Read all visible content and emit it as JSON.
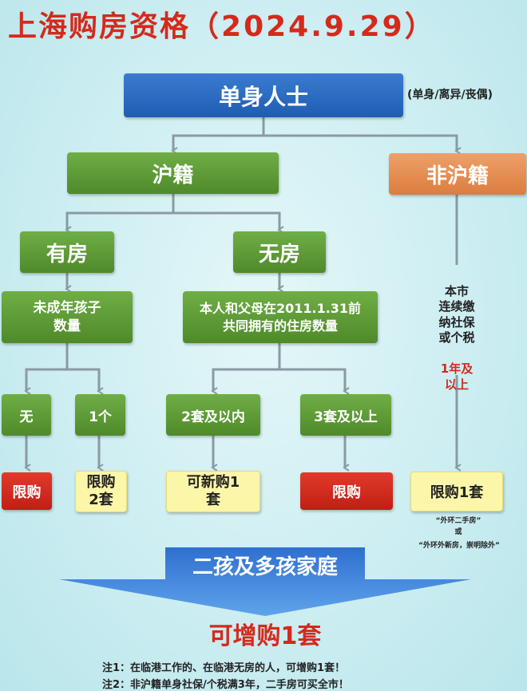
{
  "title": {
    "text": "上海购房资格",
    "date": "（2024.9.29）"
  },
  "root": {
    "label": "单身人士",
    "note": "(单身/离异/丧偶)"
  },
  "branches": {
    "hu": {
      "label": "沪籍"
    },
    "nonhu": {
      "label": "非沪籍"
    }
  },
  "hu": {
    "has_house": {
      "label": "有房"
    },
    "no_house": {
      "label": "无房"
    },
    "minor_children": {
      "label": "未成年孩子\n数量"
    },
    "joint_houses": {
      "label": "本人和父母在2011.1.31前\n共同拥有的住房数量"
    },
    "opt_none": {
      "label": "无"
    },
    "opt_one": {
      "label": "1个"
    },
    "opt_two_within": {
      "label": "2套及以内"
    },
    "opt_three_above": {
      "label": "3套及以上"
    },
    "res_limit_1": {
      "label": "限购"
    },
    "res_limit_2sets": {
      "label": "限购\n2套"
    },
    "res_new_1": {
      "label": "可新购1\n套"
    },
    "res_limit_3": {
      "label": "限购"
    }
  },
  "nonhu": {
    "condition_black": "本市\n连续缴\n纳社保\n或个税",
    "condition_red": "1年及\n以上",
    "result": {
      "label": "限购1套"
    },
    "sub_note_1": "“外环二手房”",
    "sub_note_or": "或",
    "sub_note_2": "“外环外新房，崇明除外”"
  },
  "family": {
    "banner": "二孩及多孩家庭",
    "result": "可增购1套"
  },
  "notes": {
    "note1": "注1：在临港工作的、在临港无房的人，可增购1套！",
    "note2": "注2：非沪籍单身社保/个税满3年，二手房可买全市！"
  },
  "colors": {
    "title_red": "#d42a1c",
    "green": "#5a9a35",
    "blue": "#2a6cc3",
    "orange": "#e48a4e",
    "red": "#d02a1e",
    "yellow": "#fbf6a8",
    "arrow": "#8a9aa4"
  }
}
